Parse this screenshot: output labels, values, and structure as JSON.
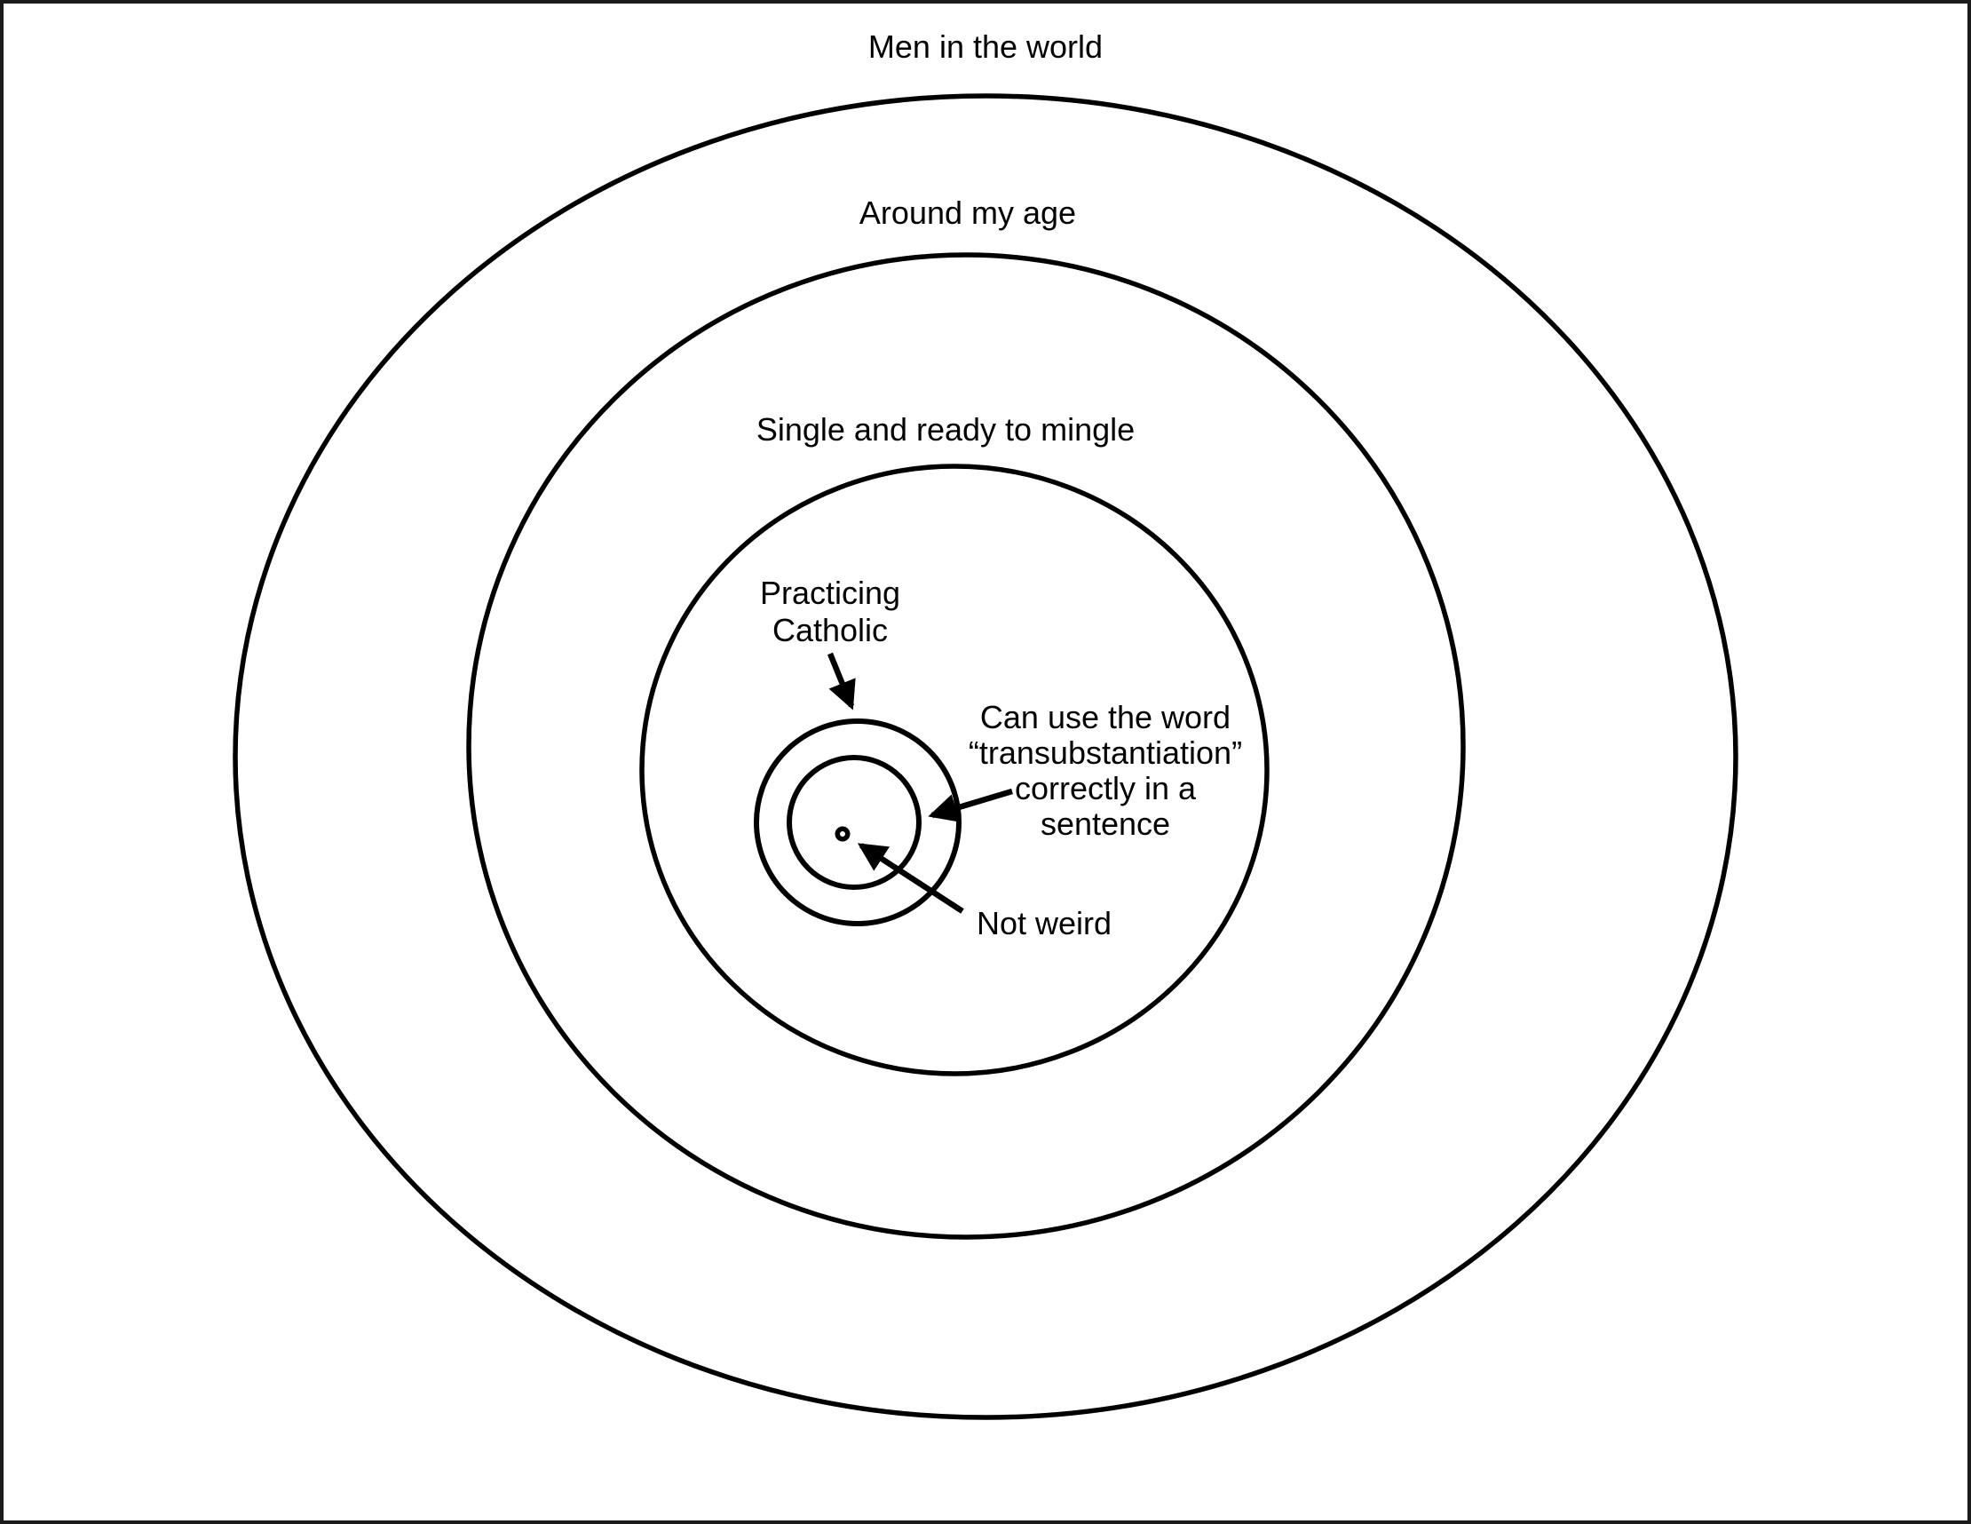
{
  "page": {
    "background_color": "#ffffff",
    "frame_color": "#1b1b1b",
    "ink_color": "#000000"
  },
  "euler_diagram": {
    "sets": [
      {
        "id": "men-in-the-world",
        "label_lines": [
          "Men in the world"
        ]
      },
      {
        "id": "around-my-age",
        "label_lines": [
          "Around my age"
        ]
      },
      {
        "id": "single-and-ready-to-mingle",
        "label_lines": [
          "Single and ready to mingle"
        ]
      },
      {
        "id": "practicing-catholic",
        "label_lines": [
          "Practicing",
          "Catholic"
        ]
      },
      {
        "id": "transubstantiation",
        "label_lines": [
          "Can use the word",
          "“transubstantiation”",
          "correctly in a",
          "sentence"
        ]
      },
      {
        "id": "not-weird",
        "label_lines": [
          "Not weird"
        ]
      }
    ]
  }
}
